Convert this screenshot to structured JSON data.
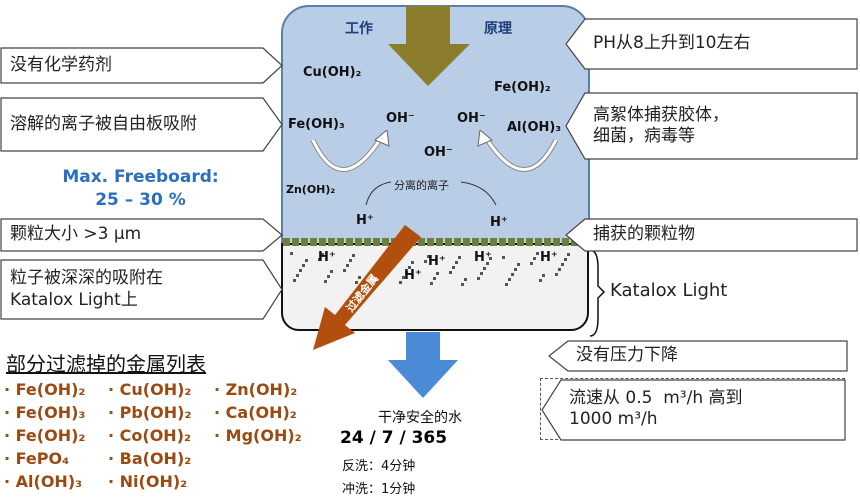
{
  "title_left": "工作",
  "title_right": "原理",
  "left_callouts": [
    "没有化学药剂",
    "溶解的离子被自由板吸附",
    "颗粒大小 >3 µm",
    "粒子被深深的吸附在\nKatalox Light上"
  ],
  "right_callouts": [
    "PH从8上升到10左右",
    "高絮体捕获胶体，\n细菌，病毒等",
    "捕获的颗粒物",
    "没有压力下降",
    "流速从 0.5  m³/h 高到\n1000 m³/h"
  ],
  "freeboard": {
    "line1": "Max. Freeboard:",
    "line2": "25 – 30 %"
  },
  "tank_chemicals": [
    "Cu(OH)₂",
    "Fe(OH)₂",
    "Fe(OH)₃",
    "Al(OH)₃",
    "Zn(OH)₂",
    "OH⁻",
    "OH⁻",
    "OH⁻",
    "H⁺",
    "H⁺"
  ],
  "separated_ions": "分离的离子",
  "bed_ions": [
    "H⁺",
    "H⁺",
    "H⁺",
    "H⁺",
    "H⁺"
  ],
  "filter_arrow_label": "过滤金属",
  "media_label": "Katalox Light",
  "metals_title": "部分过滤掉的金属列表",
  "metals": [
    [
      "Fe(OH)₂",
      "Fe(OH)₃",
      "Fe(OH)₂",
      "FePO₄",
      "Al(OH)₃"
    ],
    [
      "Cu(OH)₂",
      "Pb(OH)₂",
      "Co(OH)₂",
      "Ba(OH)₂",
      "Ni(OH)₂"
    ],
    [
      "Zn(OH)₂",
      "Ca(OH)₂",
      "Mg(OH)₂"
    ]
  ],
  "output": {
    "clean_water": "干净安全的水",
    "uptime": "24 / 7 / 365",
    "backwash": "反洗：4分钟",
    "rinse": "冲洗：1分钟"
  },
  "colors": {
    "tank": "#b9cde6",
    "accent_blue": "#2a6fc0",
    "metal_brown": "#9a4a12",
    "inflow_arrow": "#8c7d2c",
    "filter_arrow": "#b34f0e",
    "outflow_arrow": "#4a8ad6"
  }
}
